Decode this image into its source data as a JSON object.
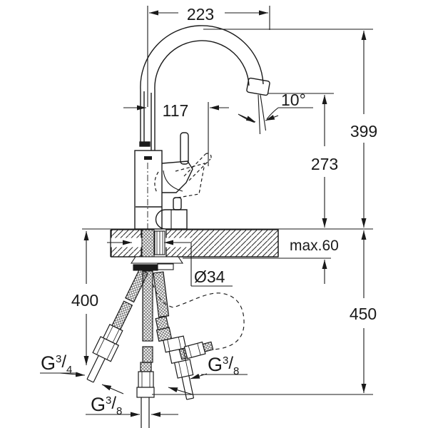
{
  "drawing": {
    "type": "faucet-installation-technical-drawing",
    "colors": {
      "line": "#1a1a1a",
      "background": "#ffffff"
    },
    "dimensions": {
      "spout_reach": "223",
      "center_to_lever_reach": "117",
      "spray_angle": "10°",
      "overall_height": "399",
      "spout_outlet_height": "273",
      "max_deck_thickness": "max.60",
      "hole_diameter": "Ø34",
      "hose_length": "400",
      "clearance_below": "450"
    },
    "thread_labels": {
      "left": {
        "g": "G",
        "num": "3",
        "slash": "/",
        "den": "4"
      },
      "bottom": {
        "g": "G",
        "num": "3",
        "slash": "/",
        "den": "8"
      },
      "right": {
        "g": "G",
        "num": "3",
        "slash": "/",
        "den": "8"
      }
    }
  }
}
